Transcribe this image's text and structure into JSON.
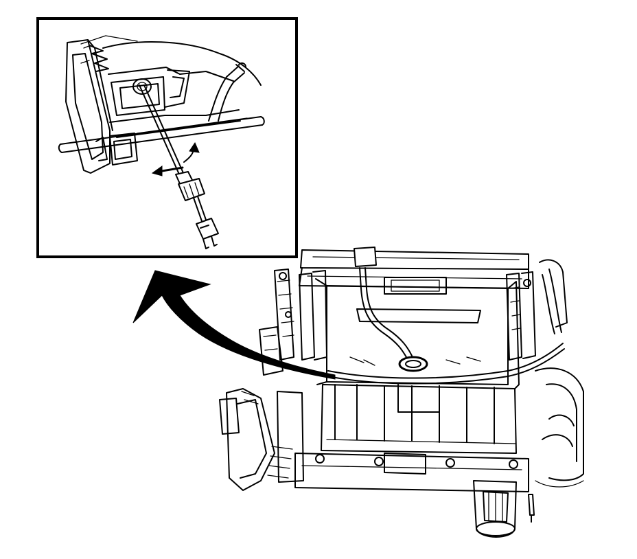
{
  "figure": {
    "components": {
      "detail_view": "actuator-detail",
      "assembly": "hvac-module-assembly",
      "pointer": "callout-arrow",
      "connector": "electrical-connector",
      "motion": "rotate-and-pull-arrows"
    }
  },
  "colors": {
    "line": "#000000",
    "background": "#ffffff"
  }
}
